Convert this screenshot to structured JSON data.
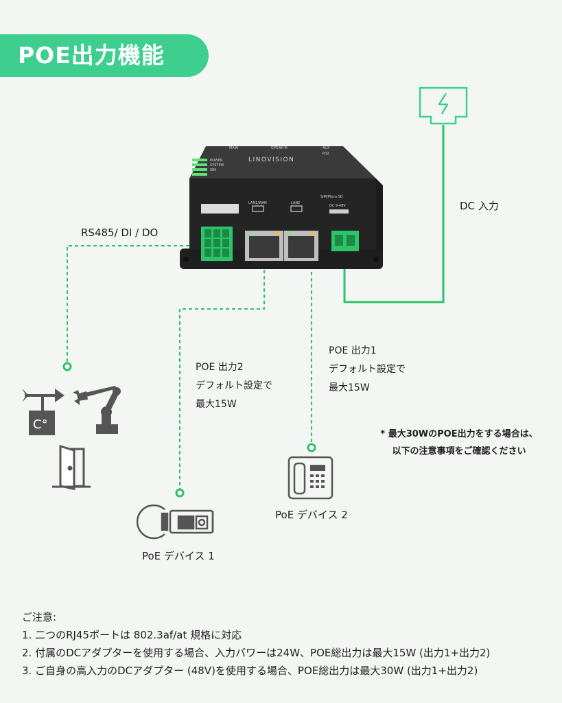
{
  "title": "POE出力機能",
  "device": {
    "brand": "LINOVISION",
    "top_labels": [
      "MAIN",
      "GPS/Wi-Fi",
      "AUX"
    ],
    "aux_sub": "R32",
    "leds": [
      "POWER",
      "SYSTEM",
      "SIM"
    ],
    "port_labels": [
      "LAN1/WAN",
      "LAN2"
    ],
    "right_labels": [
      "SIM/Micro SD",
      "DC 9-48V"
    ]
  },
  "labels": {
    "dc_input": "DC 入力",
    "rs485": "RS485/ DI / DO",
    "poe2": [
      "POE 出力2",
      "デフォルト設定で",
      "最大15W"
    ],
    "poe1": [
      "POE 出力1",
      "デフォルト設定で",
      "最大15W"
    ],
    "note": [
      "* 最大30WのPOE出力をする場合は、",
      "以下の注意事項をご確認ください"
    ],
    "device1": "PoE デバイス 1",
    "device2": "PoE デバイス 2",
    "temp_unit": "C°"
  },
  "notes": {
    "heading": "ご注意:",
    "items": [
      "1. 二つのRJ45ポートは 802.3af/at 規格に対応",
      "2. 付属のDCアダプターを使用する場合、入力パワーは24W、POE総出力は最大15W (出力1+出力2)",
      "3. ご自身の高入力のDCアダプター (48V)を使用する場合、POE総出力は最大30W (出力1+出力2)"
    ]
  },
  "colors": {
    "accent": "#3ecf8e",
    "line": "#2ec26a",
    "icon": "#555555",
    "device": "#2b2b2b"
  },
  "icons": [
    "power-socket-icon",
    "weather-vane-icon",
    "robot-arm-icon",
    "thermometer-icon",
    "door-icon",
    "ip-phone-icon",
    "camera-icon"
  ]
}
